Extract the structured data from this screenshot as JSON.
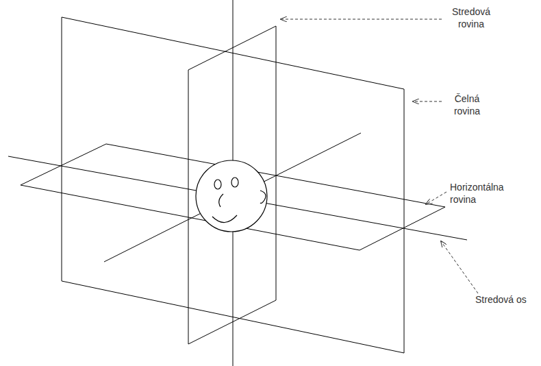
{
  "diagram": {
    "labels": [
      "Stredová rovina",
      "Čelná rovina",
      "Horizontálna rovina",
      "Stredová os"
    ]
  }
}
